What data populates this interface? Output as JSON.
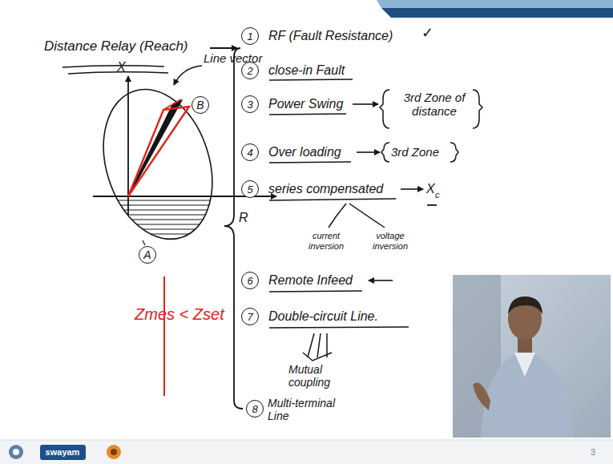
{
  "diagram": {
    "nodes": [
      {
        "text": [
          "1"
        ]
      },
      {
        "text": [
          "2"
        ]
      },
      {
        "text": [
          "3"
        ]
      },
      {
        "text": [
          "4"
        ]
      },
      {
        "text": [
          "5"
        ]
      },
      {
        "text": [
          "6"
        ]
      },
      {
        "text": [
          "7"
        ]
      },
      {
        "text": [
          "8"
        ]
      },
      {
        "text": [
          "B"
        ]
      },
      {
        "text": [
          "A"
        ]
      },
      {
        "text": [
          "swayam"
        ]
      }
    ],
    "labels": [
      "Distance Relay (Reach)",
      "X",
      "Line vector",
      "R",
      "Zmes < Zset",
      "RF (Fault Resistance)",
      "✓",
      "close-in Fault",
      "Power Swing",
      "3rd Zone of distance",
      "Over loading",
      "3rd Zone",
      "series compensated",
      "X",
      "c",
      "current inversion",
      "voltage inversion",
      "Remote Infeed",
      "Double-circuit Line.",
      "Mutual coupling",
      "Multi-terminal Line",
      "3"
    ]
  }
}
